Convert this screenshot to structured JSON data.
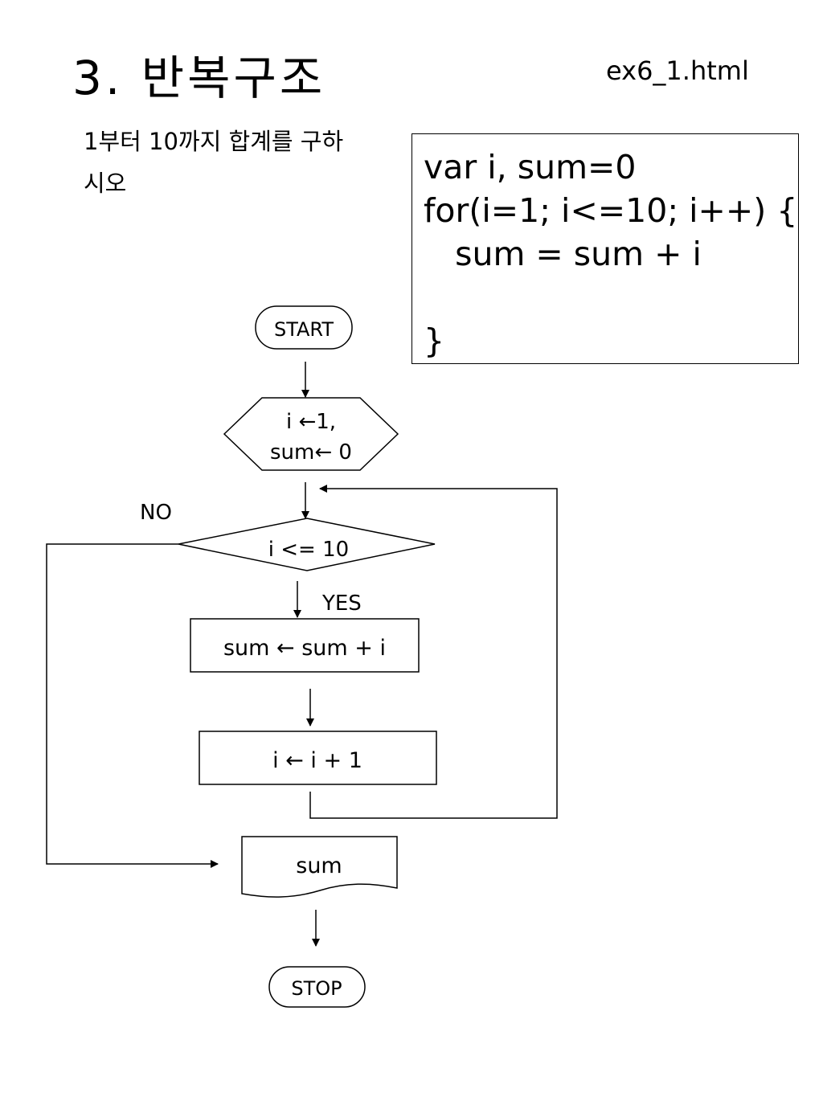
{
  "header": {
    "title": "3. 반복구조",
    "filename": "ex6_1.html",
    "subtitle": "1부터 10까지 합계를 구하시오"
  },
  "code": {
    "lines": [
      "var i, sum=0",
      "for(i=1; i<=10; i++) {",
      "   sum = sum + i",
      "",
      "}"
    ]
  },
  "flowchart": {
    "start": "START",
    "init_line1": "i ←1,",
    "init_line2": "sum← 0",
    "condition": "i <= 10",
    "no_label": "NO",
    "yes_label": "YES",
    "process_sum": "sum ← sum + i",
    "process_inc": "i ← i + 1",
    "output": "sum",
    "stop": "STOP"
  }
}
